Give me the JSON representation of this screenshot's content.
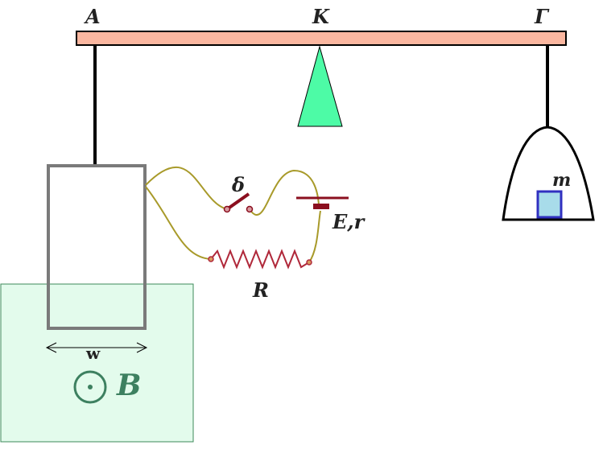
{
  "labels": {
    "pivot_left": "A",
    "pivot_center": "K",
    "pivot_right": "Γ",
    "mass": "m",
    "switch": "δ",
    "battery": "E,r",
    "resistor": "R",
    "width": "w",
    "field": "B"
  },
  "colors": {
    "beam": "#fbb7a0",
    "fulcrum": "#4dfba6",
    "wire": "#a89a2a",
    "resistor": "#b0283a",
    "switch": "#8b0f1f",
    "battery": "#8b0f1f",
    "frame": "#7a7a7a",
    "field_region": "#e3fbec",
    "field_border": "#3d8a5a",
    "field_label": "#3d8060",
    "mass_fill": "#a8dcea",
    "mass_border": "#3030c0"
  },
  "icons": {
    "field_direction": "out-of-page-dot-icon"
  }
}
